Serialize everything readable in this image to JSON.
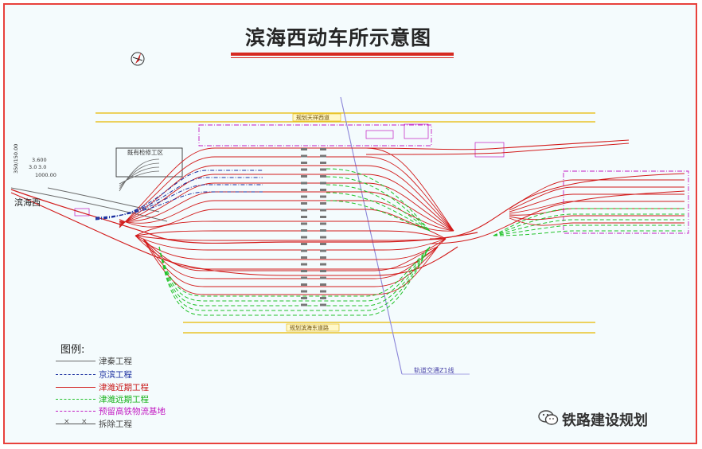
{
  "title": "滨海西动车所示意图",
  "station_label": "滨海西",
  "north_road_label": "规划天祥西道",
  "south_road_label": "规划滨海东道路",
  "existing_yard_label": "既有检修工区",
  "rail_link_label": "轨道交通Z1线",
  "mileage_labels": [
    "3.600",
    "3.0",
    "3.0",
    "1000.00",
    "350/150.00"
  ],
  "legend": {
    "title": "图例:",
    "items": [
      {
        "label": "津秦工程",
        "color": "#6a6a6a",
        "style": "solid"
      },
      {
        "label": "京滨工程",
        "color": "#1a2fa0",
        "style": "dashdot"
      },
      {
        "label": "津潍近期工程",
        "color": "#d21b1b",
        "style": "solid"
      },
      {
        "label": "津潍远期工程",
        "color": "#22c22a",
        "style": "dashed"
      },
      {
        "label": "预留高铁物流基地",
        "color": "#c21ac2",
        "style": "dashdot"
      },
      {
        "label": "拆除工程",
        "color": "#555555",
        "style": "cross"
      }
    ]
  },
  "watermark": "铁路建设规划",
  "colors": {
    "frame": "#e8413c",
    "road": "#e6b800",
    "track_red": "#d21b1b",
    "track_blue": "#1a2fa0",
    "track_green": "#22c22a",
    "reserve_magenta": "#c21ac2",
    "track_gray": "#6a6a6a",
    "rail_link": "#8a84d8"
  }
}
